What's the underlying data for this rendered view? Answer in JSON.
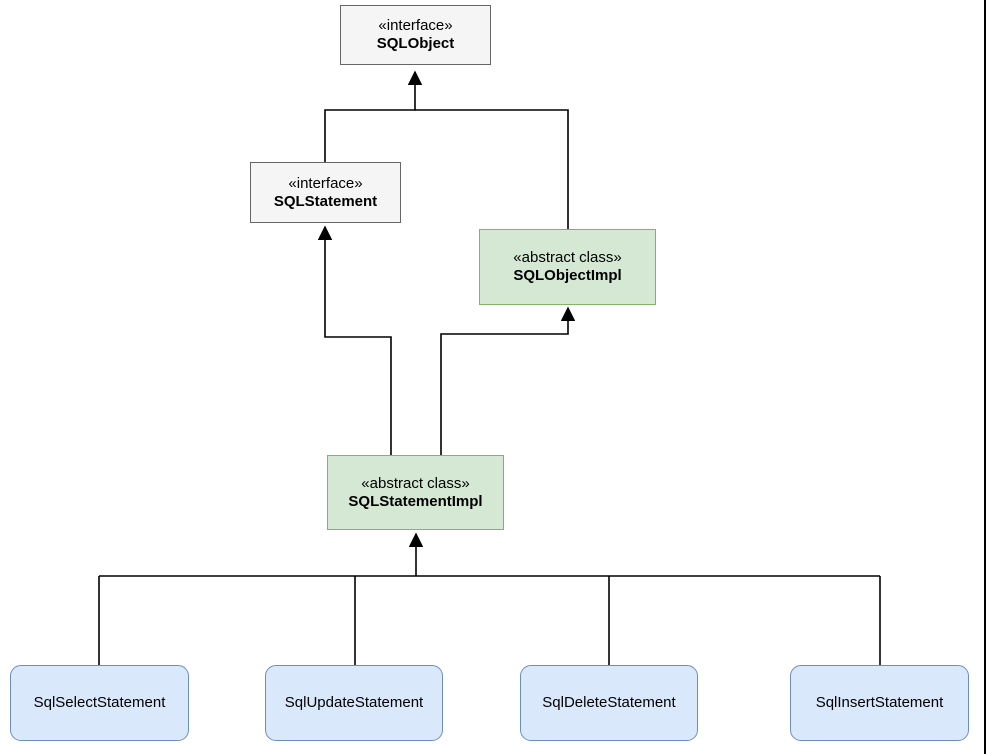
{
  "diagram": {
    "colors": {
      "interface_fill": "#f5f5f5",
      "interface_border": "#666666",
      "abstract_fill": "#d5e8d4",
      "abstract_border": "#82b366",
      "concrete_fill": "#dae8fc",
      "concrete_border": "#6c8ebf",
      "edge": "#000000"
    },
    "nodes": {
      "sqlobject": {
        "stereotype": "«interface»",
        "name": "SQLObject"
      },
      "sqlstatement": {
        "stereotype": "«interface»",
        "name": "SQLStatement"
      },
      "sqlobjectimpl": {
        "stereotype": "«abstract class»",
        "name": "SQLObjectImpl"
      },
      "sqlstatementimpl": {
        "stereotype": "«abstract class»",
        "name": "SQLStatementImpl"
      },
      "select": {
        "name": "SqlSelectStatement"
      },
      "update": {
        "name": "SqlUpdateStatement"
      },
      "delete": {
        "name": "SqlDeleteStatement"
      },
      "insert": {
        "name": "SqlInsertStatement"
      }
    }
  }
}
